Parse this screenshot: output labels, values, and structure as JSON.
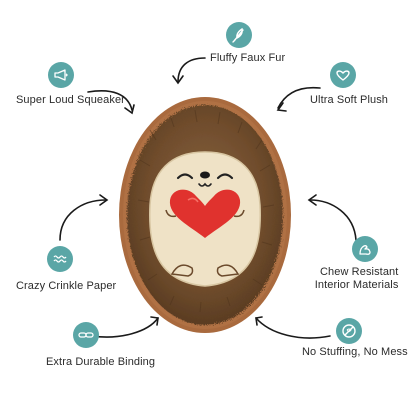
{
  "colors": {
    "badge": "#5aa6a6",
    "fur": "#7a5634",
    "fur_dark": "#5b3d22",
    "binding": "#a96a3e",
    "face": "#efe2c6",
    "heart": "#e0322e",
    "arrow": "#1a1a1a"
  },
  "features": [
    {
      "key": "fur",
      "label": "Fluffy Faux Fur",
      "icon": "feather-icon"
    },
    {
      "key": "squeaker",
      "label": "Super Loud Squeaker",
      "icon": "horn-icon"
    },
    {
      "key": "plush",
      "label": "Ultra Soft Plush",
      "icon": "heart-icon"
    },
    {
      "key": "crinkle",
      "label": "Crazy Crinkle Paper",
      "icon": "wave-icon"
    },
    {
      "key": "chew",
      "label_line1": "Chew Resistant",
      "label_line2": "Interior Materials",
      "icon": "arm-icon"
    },
    {
      "key": "binding",
      "label": "Extra Durable Binding",
      "icon": "chain-icon"
    },
    {
      "key": "nostuffing",
      "label": "No Stuffing, No Mess",
      "icon": "no-stuffing-icon"
    }
  ]
}
